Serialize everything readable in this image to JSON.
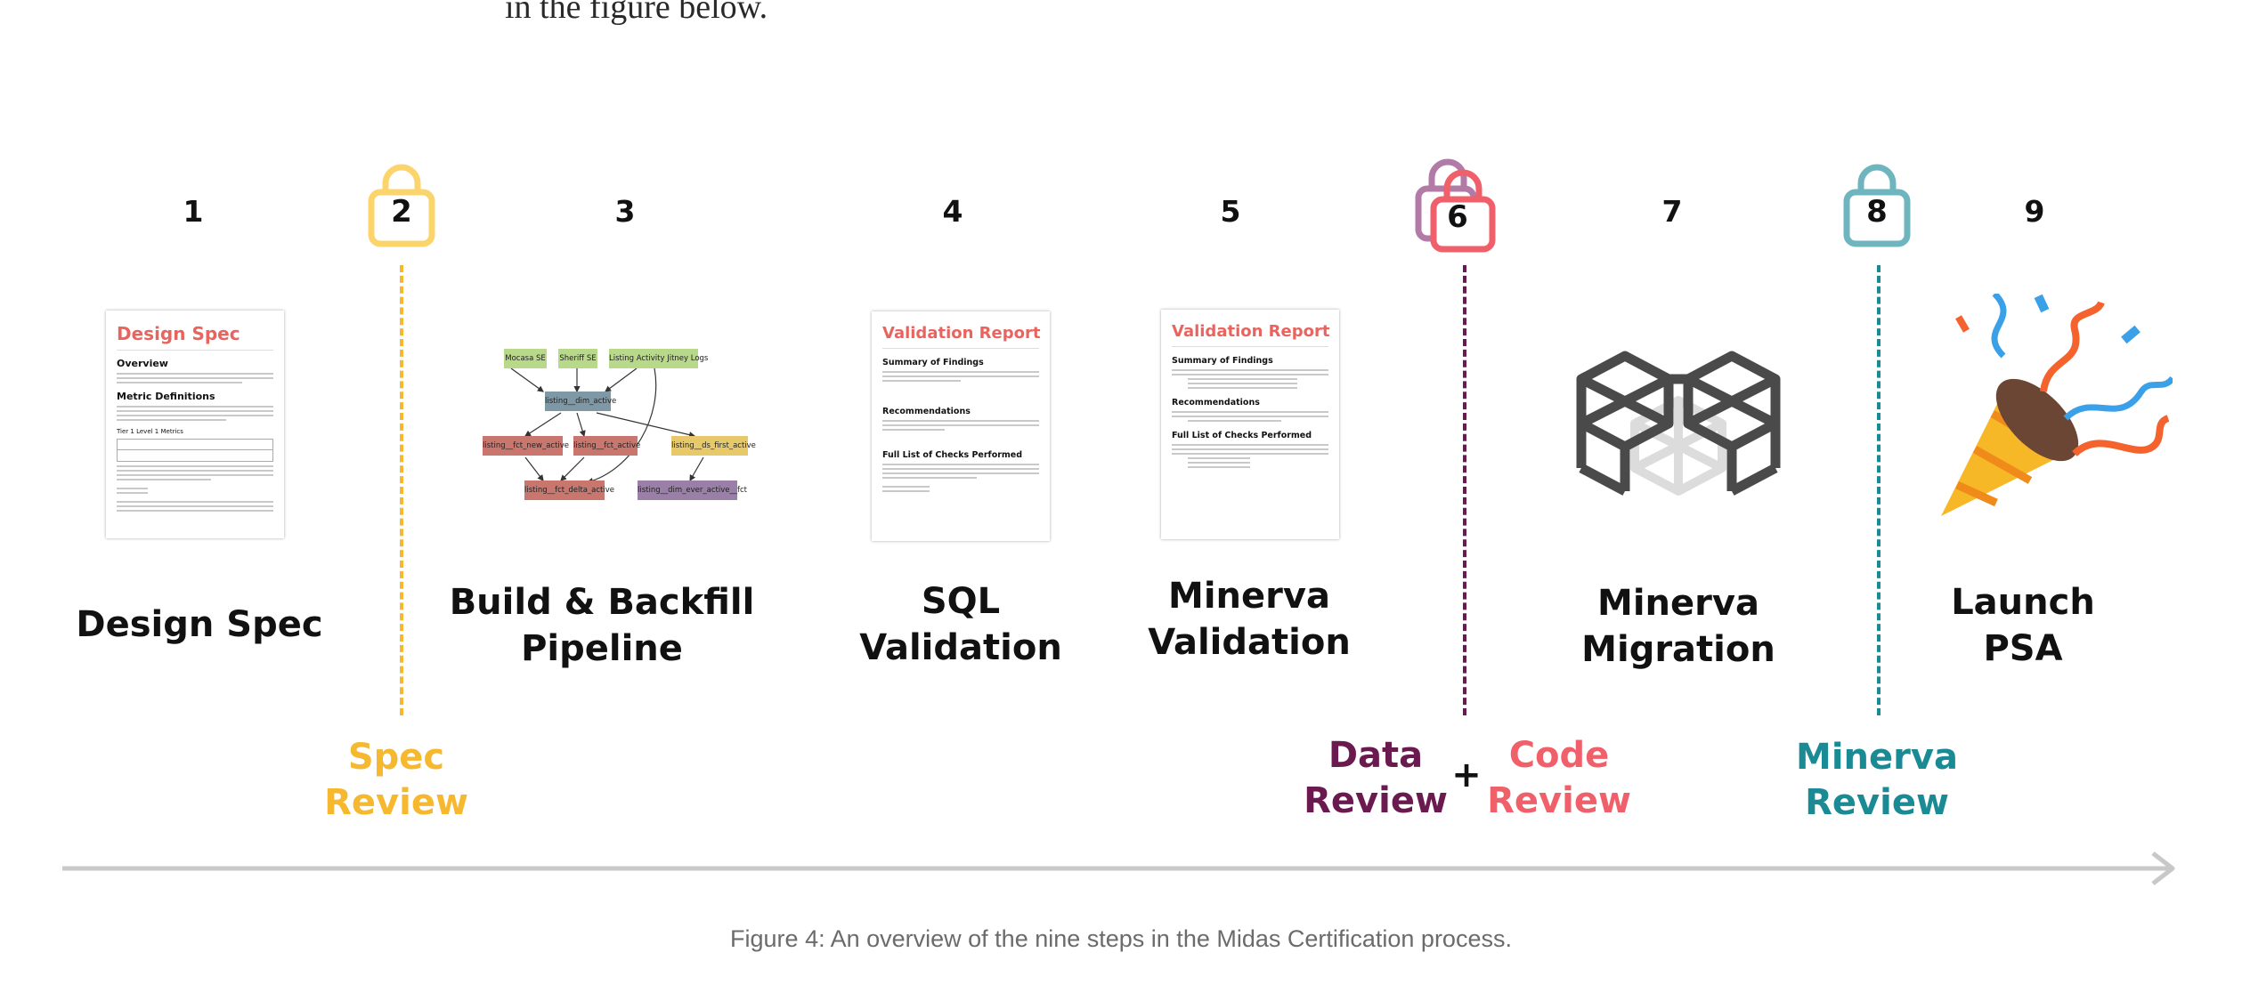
{
  "intro_text": "in the figure below.",
  "colors": {
    "spec_review": "#f5b82e",
    "data_review": "#6b1a4f",
    "code_review": "#f0606a",
    "minerva_review": "#1a8a94",
    "lock_minerva": "#6fb5c0",
    "lock_data": "#b27aa6",
    "doc_title": "#e8655f",
    "timeline": "#c8c8c8"
  },
  "steps": {
    "s1": {
      "number": "1",
      "title_l1": "Design Spec",
      "title_l2": ""
    },
    "s2": {
      "number": "2"
    },
    "s3": {
      "number": "3",
      "title_l1": "Build & Backfill",
      "title_l2": "Pipeline"
    },
    "s4": {
      "number": "4",
      "title_l1": "SQL",
      "title_l2": "Validation"
    },
    "s5": {
      "number": "5",
      "title_l1": "Minerva",
      "title_l2": "Validation"
    },
    "s6": {
      "number": "6"
    },
    "s7": {
      "number": "7",
      "title_l1": "Minerva",
      "title_l2": "Migration"
    },
    "s8": {
      "number": "8"
    },
    "s9": {
      "number": "9",
      "title_l1": "Launch",
      "title_l2": "PSA"
    }
  },
  "reviews": {
    "spec": {
      "l1": "Spec",
      "l2": "Review"
    },
    "data": {
      "l1": "Data",
      "l2": "Review"
    },
    "plus": "+",
    "code": {
      "l1": "Code",
      "l2": "Review"
    },
    "minerva": {
      "l1": "Minerva",
      "l2": "Review"
    }
  },
  "design_doc": {
    "title": "Design Spec",
    "overview": "Overview",
    "metric_defs": "Metric Definitions",
    "tier": "Tier 1 Level 1 Metrics"
  },
  "dag": {
    "top": [
      "Mocasa SE",
      "Sheriff SE",
      "Listing Activity Jitney Logs"
    ],
    "mid": "listing__dim_active",
    "level3": [
      "listing__fct_new_active",
      "listing__fct_active",
      "listing__ds_first_active"
    ],
    "level4": [
      "listing__fct_delta_active",
      "listing__dim_ever_active__fct"
    ]
  },
  "sql_report": {
    "title": "Validation Report",
    "summary": "Summary of Findings",
    "recs": "Recommendations",
    "checks": "Full List of Checks Performed"
  },
  "minerva_report": {
    "title": "Validation Report",
    "summary": "Summary of Findings",
    "recs": "Recommendations",
    "checks": "Full List of Checks Performed"
  },
  "caption": "Figure 4: An overview of the nine steps in the Midas Certification process."
}
